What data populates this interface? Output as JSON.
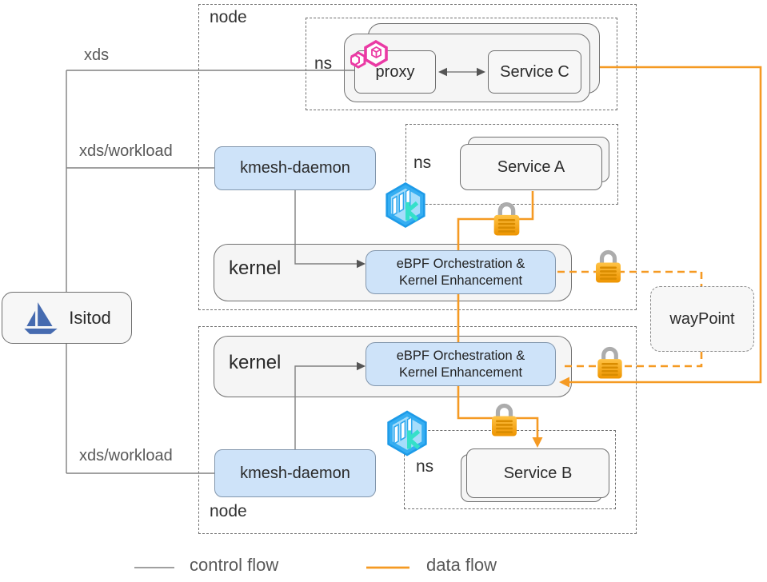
{
  "palette": {
    "data_flow_orange": "#F59A23",
    "control_flow_gray": "#808080",
    "box_blue_fill": "#CEE3F9",
    "box_gray_fill": "#F5F5F5",
    "lock_orange": "#F5A31A",
    "istio_blue": "#466BB0",
    "kmesh_blue": "#35AEF2",
    "proxy_pink": "#EA3AA4"
  },
  "containers": {
    "node_top_label": "node",
    "node_bottom_label": "node",
    "ns_top_label": "ns",
    "ns_service_a_label": "ns",
    "ns_service_b_label": "ns",
    "kernel_top_label": "kernel",
    "kernel_bottom_label": "kernel"
  },
  "nodes": {
    "istiod_label": "Isitod",
    "proxy_label": "proxy",
    "service_c_label": "Service C",
    "service_a_label": "Service A",
    "service_b_label": "Service B",
    "kmesh_daemon_top_label": "kmesh-daemon",
    "kmesh_daemon_bottom_label": "kmesh-daemon",
    "ebpf_top_line1": "eBPF Orchestration &",
    "ebpf_top_line2": "Kernel Enhancement",
    "ebpf_bottom_line1": "eBPF Orchestration &",
    "ebpf_bottom_line2": "Kernel Enhancement",
    "waypoint_label": "wayPoint"
  },
  "edges": {
    "xds_label": "xds",
    "xds_workload_top_label": "xds/workload",
    "xds_workload_bottom_label": "xds/workload"
  },
  "legend": {
    "control_flow_label": "control flow",
    "data_flow_label": "data flow"
  },
  "icons": {
    "istiod": "istio-sailboat-icon",
    "kmesh_top": "kmesh-hexagon-icon",
    "kmesh_bottom": "kmesh-hexagon-icon",
    "proxy": "proxy-pink-hexagon-icon",
    "locks": [
      "padlock-icon",
      "padlock-icon",
      "padlock-icon",
      "padlock-icon"
    ]
  }
}
